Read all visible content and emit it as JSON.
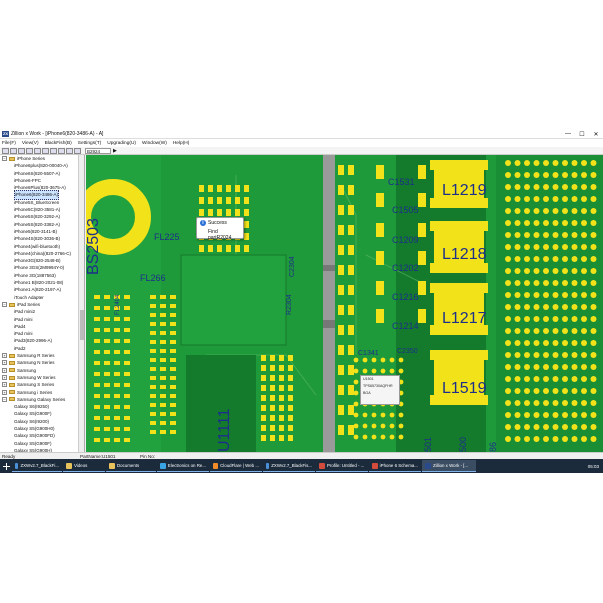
{
  "window": {
    "title": "Zillion x Work - [iPhone6(820-3486-A) - A]",
    "app_icon": "ZX",
    "controls": [
      "—",
      "☐",
      "✕"
    ]
  },
  "menu": [
    "File(F)",
    "View(V)",
    "BlackFish(B)",
    "Settings(T)",
    "Upgrading(U)",
    "Window(W)",
    "Help(H)"
  ],
  "toolbar": {
    "search_value": "B2924",
    "go_icon": "play-icon"
  },
  "tree": [
    {
      "type": "group",
      "label": "iPhone Series",
      "expanded": true
    },
    {
      "type": "item",
      "label": "iPhone6plus(820-00040-A)"
    },
    {
      "type": "item",
      "label": "iPhone6S(820-5507-A)"
    },
    {
      "type": "item",
      "label": "iPhone6-FPC"
    },
    {
      "type": "item",
      "label": "iPhone6Plus(820-3675-A)"
    },
    {
      "type": "item",
      "label": "iPhone6(820-3486-A)",
      "selected": true
    },
    {
      "type": "item",
      "label": "iPhone5S_BlueScreen"
    },
    {
      "type": "item",
      "label": "iPhone5C(820-3581-A)"
    },
    {
      "type": "item",
      "label": "iPhone5S(820-3292-A)"
    },
    {
      "type": "item",
      "label": "iPhone5S(820-3382-A)"
    },
    {
      "type": "item",
      "label": "iPhone5(820-3141-B)"
    },
    {
      "type": "item",
      "label": "iPhone4S(820-3036-B)"
    },
    {
      "type": "item",
      "label": "iPhone4(wifi-bluetooth)"
    },
    {
      "type": "item",
      "label": "iPhone4(china)(820-2766-C)"
    },
    {
      "type": "item",
      "label": "iPhone3G(820-2548-B)"
    },
    {
      "type": "item",
      "label": "iPhone 3GS(2M9994Y-0)"
    },
    {
      "type": "item",
      "label": "iPhone 3G(1887563)"
    },
    {
      "type": "item",
      "label": "iPhone1 B(820-2021-08)"
    },
    {
      "type": "item",
      "label": "iPhone1 A(820-2197-A)"
    },
    {
      "type": "item",
      "label": "iTouch Adapter"
    },
    {
      "type": "group",
      "label": "iPad Series",
      "expanded": true
    },
    {
      "type": "item",
      "label": "iPad mini2"
    },
    {
      "type": "item",
      "label": "iPad mini"
    },
    {
      "type": "item",
      "label": "iPad4"
    },
    {
      "type": "item",
      "label": "iPad mini"
    },
    {
      "type": "item",
      "label": "iPad3(820-2996-A)"
    },
    {
      "type": "item",
      "label": "iPad2"
    },
    {
      "type": "group",
      "label": "Samsung R Series",
      "expanded": false
    },
    {
      "type": "group",
      "label": "Samsung N Series",
      "expanded": false
    },
    {
      "type": "group",
      "label": "Samsung",
      "expanded": false
    },
    {
      "type": "group",
      "label": "Samsung W Series",
      "expanded": false
    },
    {
      "type": "group",
      "label": "Samsung S Series",
      "expanded": false
    },
    {
      "type": "group",
      "label": "Samsung i Series",
      "expanded": false
    },
    {
      "type": "group",
      "label": "Samsung Galaxy Series",
      "expanded": true
    },
    {
      "type": "item",
      "label": "Galaxy S6(I9250)"
    },
    {
      "type": "item",
      "label": "Galaxy S5(G900F)"
    },
    {
      "type": "item",
      "label": "Galaxy S6(I9200)"
    },
    {
      "type": "item",
      "label": "Galaxy S5(G900H0)"
    },
    {
      "type": "item",
      "label": "Galaxy S5(G900FD)"
    },
    {
      "type": "item",
      "label": "Galaxy S5(G900F)"
    },
    {
      "type": "item",
      "label": "Galaxy S5(G900H)"
    },
    {
      "type": "group",
      "label": "NOKIA Series",
      "expanded": false
    }
  ],
  "board": {
    "labels": {
      "big_ic": "BS2503",
      "l1219": "L1219",
      "l1218": "L1218",
      "l1217": "L1217",
      "l1519": "L1519",
      "c1531": "C1531",
      "c1505": "C1505",
      "c1209": "C1209",
      "c1202": "C1202",
      "c1216": "C1216",
      "c1214": "C1214",
      "c1341": "C1341",
      "c2350": "C2350",
      "fl225": "FL225",
      "fl266": "FL266",
      "u1111": "U1111",
      "r2304": "R2304",
      "c2304": "C2304",
      "fl2404": "FL2404",
      "n500": "500",
      "n501": "501",
      "n86": "86"
    },
    "colors": {
      "board": "#1f9a3a",
      "pad": "#f2e21a",
      "ground": "#147a2c",
      "label_dark": "#1c2f8a",
      "silkscreen": "#ffffff"
    }
  },
  "popup": {
    "title": "Success",
    "message": "Find partR2024",
    "icon": "info-icon"
  },
  "tooltip": {
    "lines": [
      "U1501",
      "TPS65730AQFHR",
      "BGA"
    ]
  },
  "statusbar": {
    "ready": "Ready",
    "part": "PartName:U1501",
    "pin": "Pin No:"
  },
  "taskbar": {
    "items": [
      {
        "label": "ZXWv2.7_BlackFi...",
        "icon": "app-icon",
        "color": "#4a90d9"
      },
      {
        "label": "Videos",
        "icon": "folder-icon",
        "color": "#e8c25a"
      },
      {
        "label": "Documents",
        "icon": "folder-icon",
        "color": "#e8c25a"
      },
      {
        "label": "Electronics on Re...",
        "icon": "browser-icon",
        "color": "#3aa3e3"
      },
      {
        "label": "CloudFlare | Web ...",
        "icon": "browser-icon",
        "color": "#f28c28"
      },
      {
        "label": "ZXWv2.7_BlackFis...",
        "icon": "app-icon",
        "color": "#4a90d9"
      },
      {
        "label": "Profile: Untitled - ...",
        "icon": "app-icon",
        "color": "#d24b3b"
      },
      {
        "label": "iPhone 6 Schema...",
        "icon": "pdf-icon",
        "color": "#d24b3b"
      },
      {
        "label": "Zillion x Work - [...",
        "icon": "app-icon",
        "color": "#2b4a8b",
        "active": true
      }
    ],
    "clock": "05:03"
  }
}
